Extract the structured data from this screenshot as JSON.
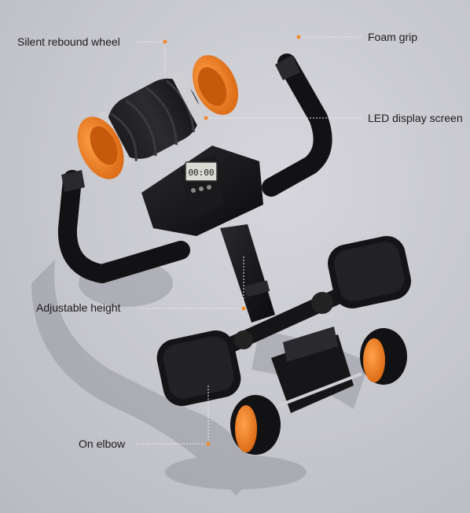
{
  "callouts": {
    "wheel": "Silent rebound wheel",
    "grip": "Foam grip",
    "display": "LED display screen",
    "height": "Adjustable height",
    "elbow": "On elbow"
  },
  "display_readout": "00:00",
  "colors": {
    "background": "#c9c9cf",
    "frame": "#141416",
    "accent": "#f07a1e",
    "callout_line": "#f0f0f0",
    "callout_dot": "#f08a2a",
    "label_text": "#1c1c1c"
  }
}
